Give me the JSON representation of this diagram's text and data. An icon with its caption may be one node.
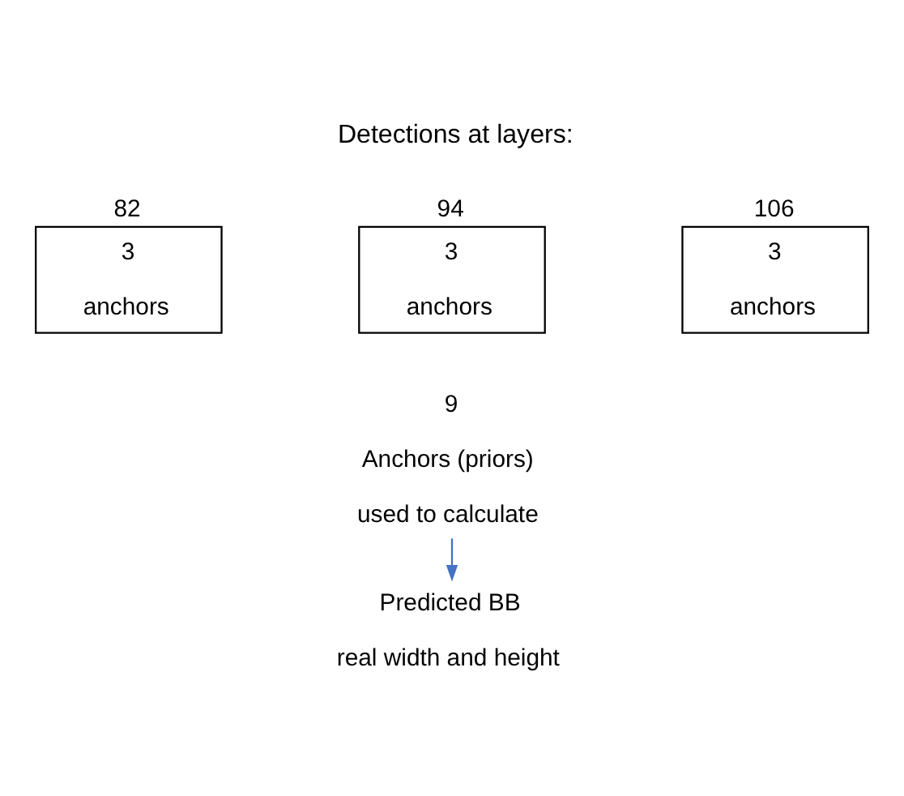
{
  "diagram": {
    "title": "Detections at layers:",
    "nodes": [
      {
        "text": [
          "3",
          "anchors"
        ],
        "beside": [
          "82"
        ]
      },
      {
        "text": [
          "3",
          "anchors"
        ],
        "beside": [
          "94"
        ]
      },
      {
        "text": [
          "3",
          "anchors"
        ],
        "beside": [
          "106"
        ]
      },
      {
        "text": [
          "9",
          "Anchors (priors)",
          "used to calculate"
        ]
      },
      {
        "text": [
          "Predicted BB",
          "real width and height"
        ]
      }
    ],
    "edges": [
      {
        "from": 3,
        "to": 4,
        "arrow": "to",
        "color": "#4472c4"
      }
    ]
  }
}
